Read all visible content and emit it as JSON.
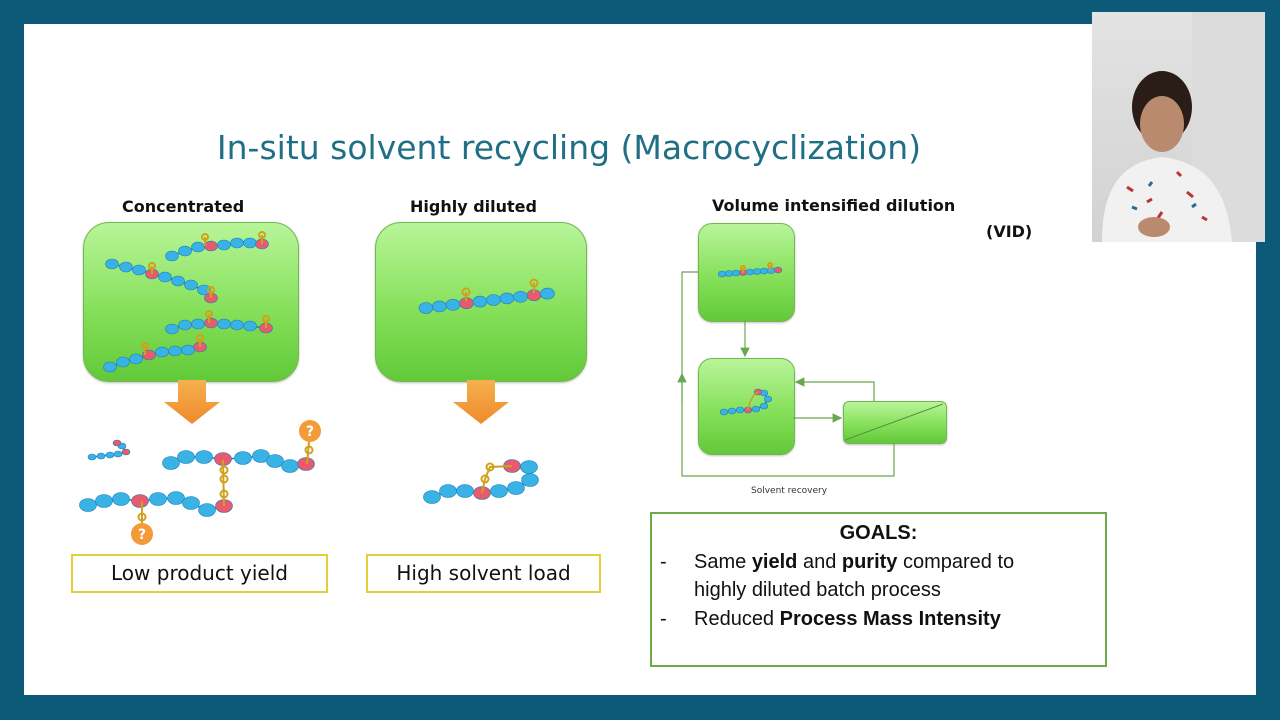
{
  "slide": {
    "title": "In-situ solvent recycling (Macrocyclization)",
    "col1_header": "Concentrated",
    "col2_header": "Highly diluted",
    "col3_header": "Volume intensified dilution",
    "vid_label": "(VID)",
    "label_low_yield": "Low product yield",
    "label_high_solvent": "High solvent load",
    "solvent_recovery": "Solvent recovery",
    "question_mark": "?"
  },
  "goals": {
    "title": "GOALS:",
    "bullet_dash": "-",
    "item1_w1": "Same ",
    "item1_b1": "yield",
    "item1_w2": " and ",
    "item1_b2": "purity",
    "item1_w3": " compared to",
    "item1_line2": "highly diluted batch process",
    "item2_w1": "Reduced ",
    "item2_b1": "Process Mass Intensity"
  },
  "colors": {
    "background": "#0d5a78",
    "title": "#1f6f86",
    "bead_blue": "#39b3e6",
    "bead_red": "#e85a6e",
    "box_green": "#86e05a",
    "arrow_orange": "#f29b38",
    "label_border": "#e4ce3a",
    "goals_border": "#6eab46"
  }
}
